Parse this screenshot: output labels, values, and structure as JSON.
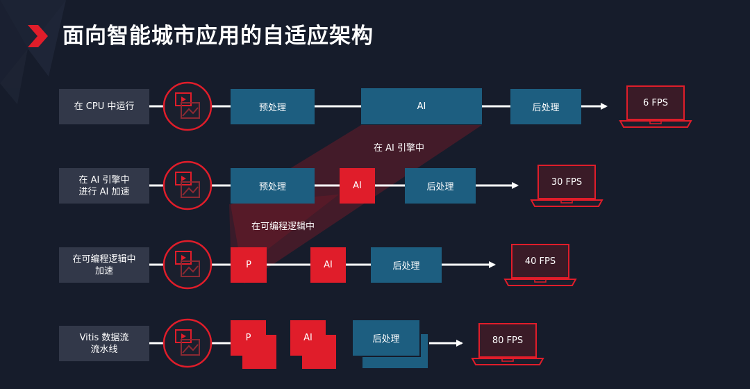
{
  "title": "面向智能城市应用的自适应架构",
  "rows": [
    {
      "label": "在 CPU 中运行",
      "fps": "6 FPS"
    },
    {
      "label": "在 AI 引擎中\n进行 AI 加速",
      "fps": "30 FPS"
    },
    {
      "label": "在可编程逻辑中\n加速",
      "fps": "40 FPS"
    },
    {
      "label": "Vitis 数据流\n流水线",
      "fps": "80 FPS"
    }
  ],
  "stages": {
    "pre": "预处理",
    "ai": "AI",
    "post": "后处理",
    "p": "P"
  },
  "notes": {
    "ai_engine": "在 AI 引擎中",
    "programmable_logic": "在可编程逻辑中"
  },
  "colors": {
    "background": "#161c2b",
    "accent_red": "#e01d2a",
    "stage_blue": "#1d5e80",
    "label_gray": "#323849"
  },
  "icons": {
    "title_marker": "chevron-right-icon",
    "source": "video-image-icon",
    "output": "laptop-icon"
  }
}
